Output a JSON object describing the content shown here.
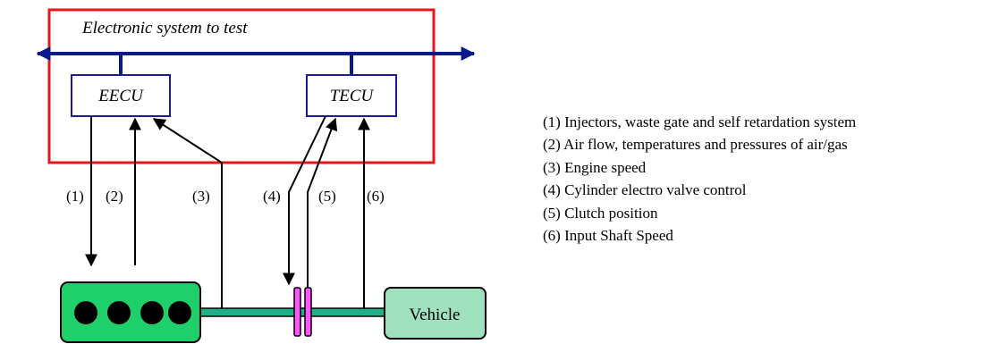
{
  "system_title": "Electronic system to test",
  "units": {
    "eecu": "EECU",
    "tecu": "TECU"
  },
  "vehicle_label": "Vehicle",
  "signal_labels": [
    "(1)",
    "(2)",
    "(3)",
    "(4)",
    "(5)",
    "(6)"
  ],
  "legend": [
    "(1) Injectors, waste gate and self retardation system",
    "(2) Air flow, temperatures and pressures of air/gas",
    "(3) Engine speed",
    "(4) Cylinder electro valve control",
    "(5) Clutch position",
    "(6) Input Shaft Speed"
  ],
  "colors": {
    "system_border": "#e8141a",
    "bus": "#0a1a8c",
    "unit_border": "#1a1a9a",
    "engine_fill": "#1fcf6a",
    "shaft_fill": "#1fb08a",
    "clutch_fill": "#ff55ff",
    "vehicle_fill": "#9fe0bf",
    "cylinder": "#000000"
  }
}
